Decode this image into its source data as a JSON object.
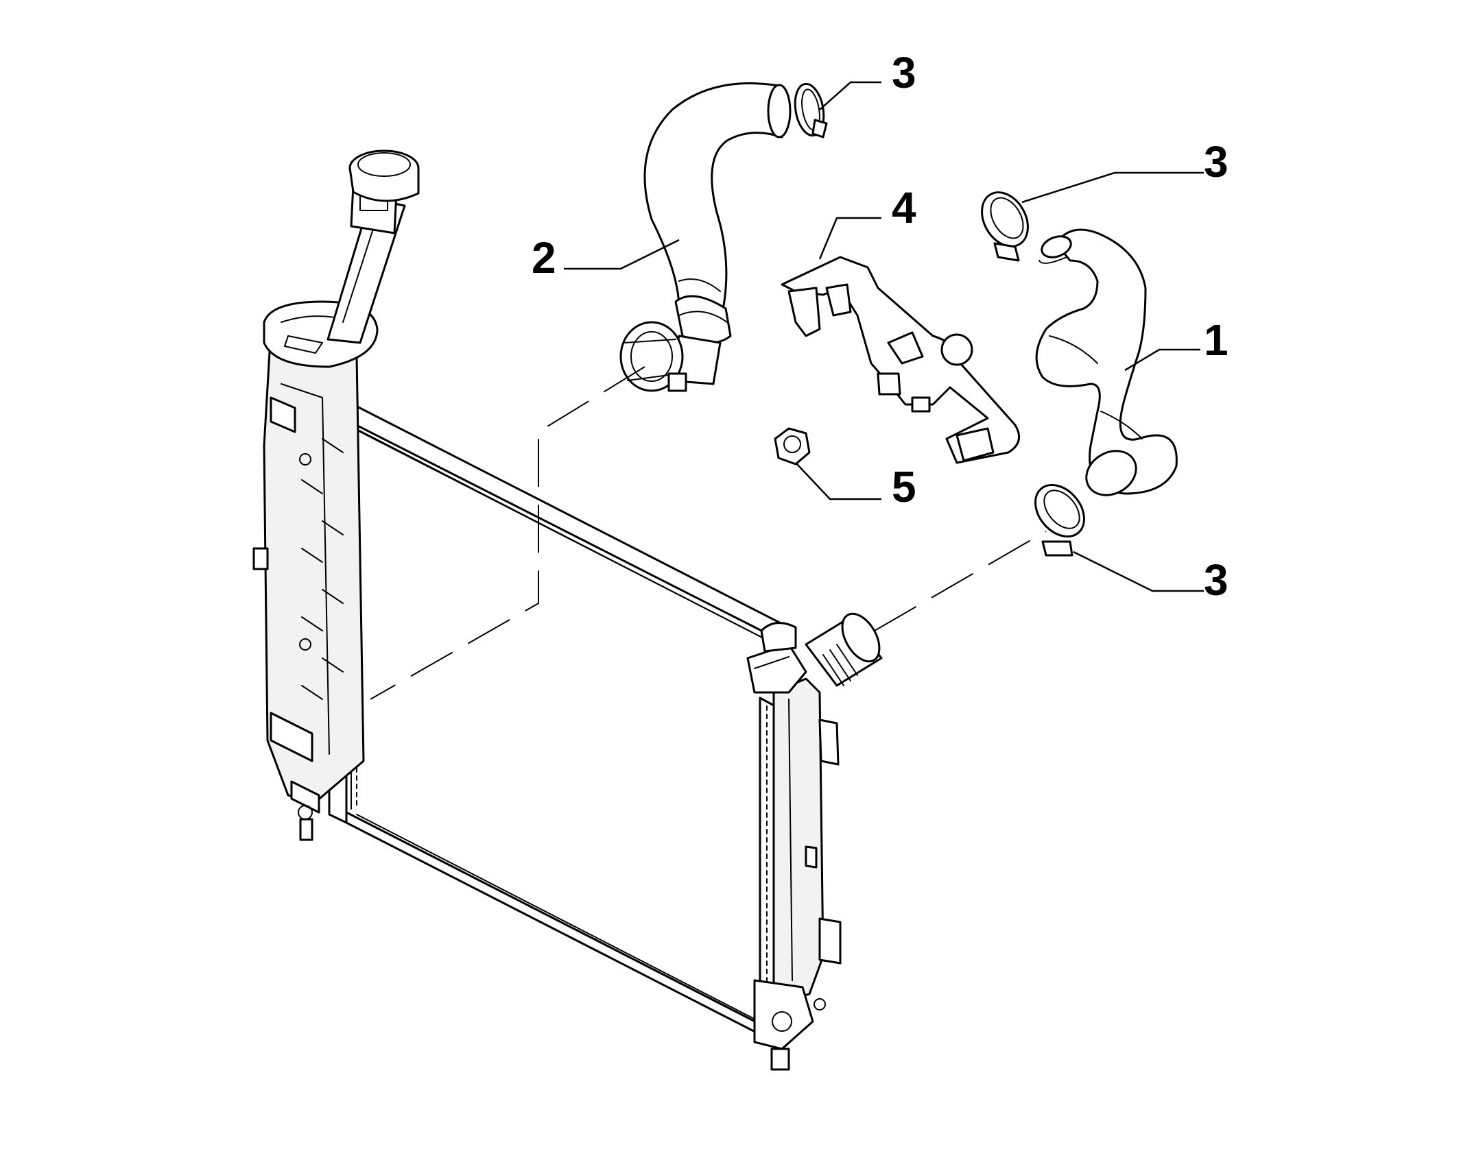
{
  "diagram": {
    "callouts": [
      {
        "id": "c3a",
        "label": "3"
      },
      {
        "id": "c3b",
        "label": "3"
      },
      {
        "id": "c4",
        "label": "4"
      },
      {
        "id": "c2",
        "label": "2"
      },
      {
        "id": "c1",
        "label": "1"
      },
      {
        "id": "c5",
        "label": "5"
      },
      {
        "id": "c3c",
        "label": "3"
      }
    ]
  }
}
